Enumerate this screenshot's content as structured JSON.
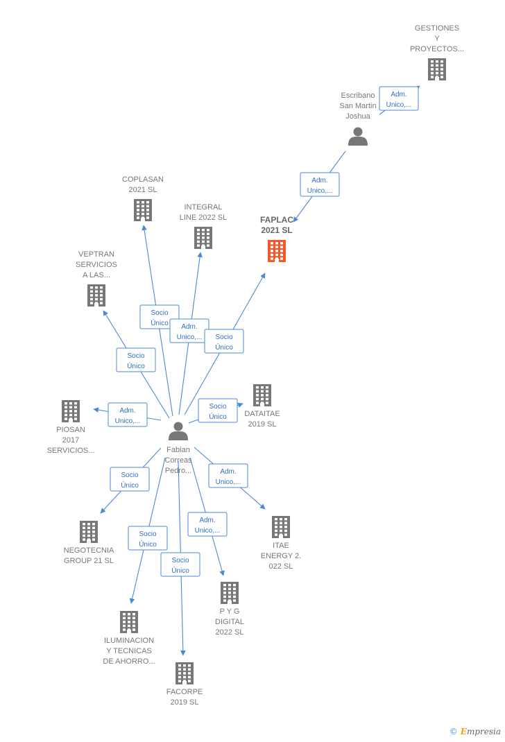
{
  "colors": {
    "edge": "#4a89d8",
    "node_gray": "#777777",
    "node_focus": "#f05a2a"
  },
  "nodes": [
    {
      "id": "gestiones",
      "type": "company",
      "lines": [
        "GESTIONES",
        "Y",
        "PROYECTOS..."
      ],
      "label_pos": "above",
      "icon_name": "building-icon"
    },
    {
      "id": "escribano",
      "type": "person",
      "lines": [
        "Escribano",
        "San Martin",
        "Joshua"
      ],
      "label_pos": "above",
      "icon_name": "person-icon"
    },
    {
      "id": "faplac",
      "type": "company",
      "focus": true,
      "lines": [
        "FAPLAC",
        "2021  SL"
      ],
      "label_pos": "above",
      "icon_name": "building-icon"
    },
    {
      "id": "coplasan",
      "type": "company",
      "lines": [
        "COPLASAN",
        "2021  SL"
      ],
      "label_pos": "above",
      "icon_name": "building-icon"
    },
    {
      "id": "integral",
      "type": "company",
      "lines": [
        "INTEGRAL",
        "LINE 2022  SL"
      ],
      "label_pos": "above",
      "icon_name": "building-icon"
    },
    {
      "id": "veptran",
      "type": "company",
      "lines": [
        "VEPTRAN",
        "SERVICIOS",
        "A LAS..."
      ],
      "label_pos": "above",
      "icon_name": "building-icon"
    },
    {
      "id": "piosan",
      "type": "company",
      "lines": [
        "PIOSAN",
        "2017",
        "SERVICIOS..."
      ],
      "label_pos": "below",
      "icon_name": "building-icon"
    },
    {
      "id": "dataitae",
      "type": "company",
      "lines": [
        "DATAITAE",
        "2019  SL"
      ],
      "label_pos": "below",
      "icon_name": "building-icon"
    },
    {
      "id": "fabian",
      "type": "person",
      "lines": [
        "Fabian",
        "Correas",
        "Pedro..."
      ],
      "label_pos": "below",
      "icon_name": "person-icon"
    },
    {
      "id": "negotecnia",
      "type": "company",
      "lines": [
        "NEGOTECNIA",
        "GROUP 21 SL"
      ],
      "label_pos": "below",
      "icon_name": "building-icon"
    },
    {
      "id": "itae",
      "type": "company",
      "lines": [
        "ITAE",
        "ENERGY 2.",
        "022  SL"
      ],
      "label_pos": "below",
      "icon_name": "building-icon"
    },
    {
      "id": "pyg",
      "type": "company",
      "lines": [
        "P Y G",
        "DIGITAL",
        "2022  SL"
      ],
      "label_pos": "below",
      "icon_name": "building-icon"
    },
    {
      "id": "iluminacion",
      "type": "company",
      "lines": [
        "ILUMINACION",
        "Y TECNICAS",
        "DE AHORRO..."
      ],
      "label_pos": "below",
      "icon_name": "building-icon"
    },
    {
      "id": "facorpe",
      "type": "company",
      "lines": [
        "FACORPE",
        "2019  SL"
      ],
      "label_pos": "below",
      "icon_name": "building-icon"
    }
  ],
  "edges": [
    {
      "from": "escribano",
      "to": "gestiones",
      "label": [
        "Adm.",
        "Unico,..."
      ]
    },
    {
      "from": "escribano",
      "to": "faplac",
      "label": [
        "Adm.",
        "Unico,..."
      ]
    },
    {
      "from": "fabian",
      "to": "coplasan",
      "label": [
        "Socio",
        "Único"
      ]
    },
    {
      "from": "fabian",
      "to": "integral",
      "label": [
        "Adm.",
        "Unico,..."
      ]
    },
    {
      "from": "fabian",
      "to": "faplac",
      "label": [
        "Socio",
        "Único"
      ]
    },
    {
      "from": "fabian",
      "to": "veptran",
      "label": [
        "Socio",
        "Único"
      ]
    },
    {
      "from": "fabian",
      "to": "piosan",
      "label": [
        "Adm.",
        "Unico,..."
      ]
    },
    {
      "from": "fabian",
      "to": "dataitae",
      "label": [
        "Socio",
        "Único"
      ]
    },
    {
      "from": "fabian",
      "to": "negotecnia",
      "label": [
        "Socio",
        "Único"
      ]
    },
    {
      "from": "fabian",
      "to": "itae",
      "label": [
        "Adm.",
        "Unico,..."
      ]
    },
    {
      "from": "fabian",
      "to": "pyg",
      "label": [
        "Adm.",
        "Unico,..."
      ]
    },
    {
      "from": "fabian",
      "to": "iluminacion",
      "label": [
        "Socio",
        "Único"
      ]
    },
    {
      "from": "fabian",
      "to": "facorpe",
      "label": [
        "Socio",
        "Único"
      ]
    }
  ],
  "footer": {
    "copyright_symbol": "©",
    "brand_first": "E",
    "brand_rest": "mpresia"
  }
}
